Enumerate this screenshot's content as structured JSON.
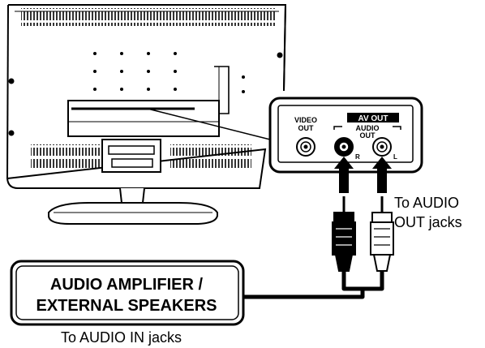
{
  "panel": {
    "video_out": [
      "VIDEO",
      "OUT"
    ],
    "av_out": "AV OUT",
    "audio_out": [
      "AUDIO",
      "OUT"
    ],
    "jack_r": "R",
    "jack_l": "L"
  },
  "labels": {
    "to_audio_out": [
      "To AUDIO",
      "OUT jacks"
    ],
    "amplifier": [
      "AUDIO AMPLIFIER /",
      "EXTERNAL SPEAKERS"
    ],
    "to_audio_in": "To AUDIO IN jacks"
  }
}
